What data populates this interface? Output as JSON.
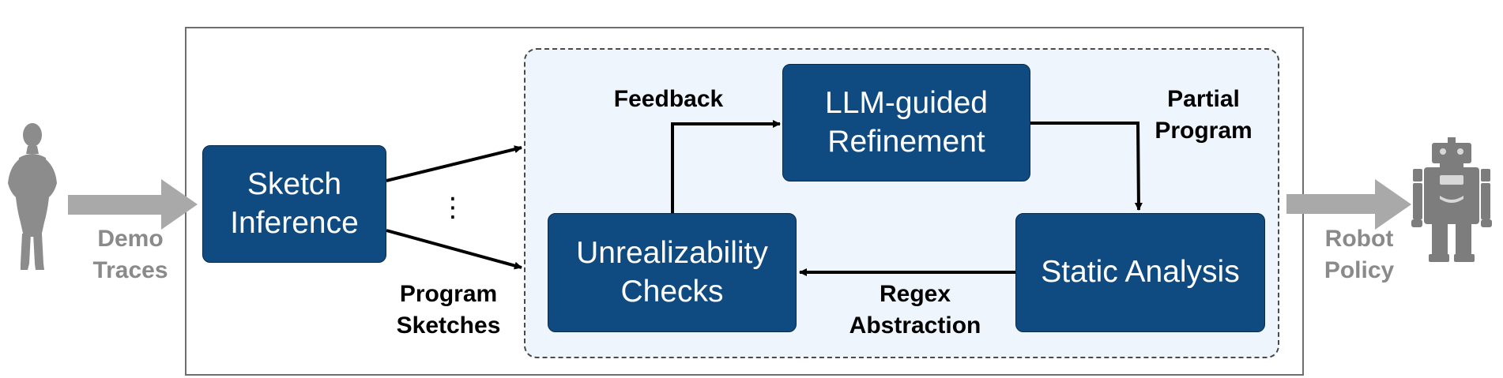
{
  "boxes": {
    "sketch_inference": "Sketch\nInference",
    "llm_refinement": "LLM-guided\nRefinement",
    "unrealizability": "Unrealizability\nChecks",
    "static_analysis": "Static Analysis"
  },
  "labels": {
    "demo_traces": "Demo\nTraces",
    "robot_policy": "Robot\nPolicy",
    "program_sketches": "Program\nSketches",
    "feedback": "Feedback",
    "partial_program": "Partial\nProgram",
    "regex_abstraction": "Regex\nAbstraction",
    "ellipsis": "⋮"
  },
  "icons": {
    "left": "person-icon",
    "right": "robot-icon"
  },
  "colors": {
    "box_fill": "#0f4a80",
    "box_text": "#ffffff",
    "inner_panel": "#eef5fc",
    "gray_arrow": "#a9a9a9",
    "gray_text": "#8a8a8a"
  }
}
